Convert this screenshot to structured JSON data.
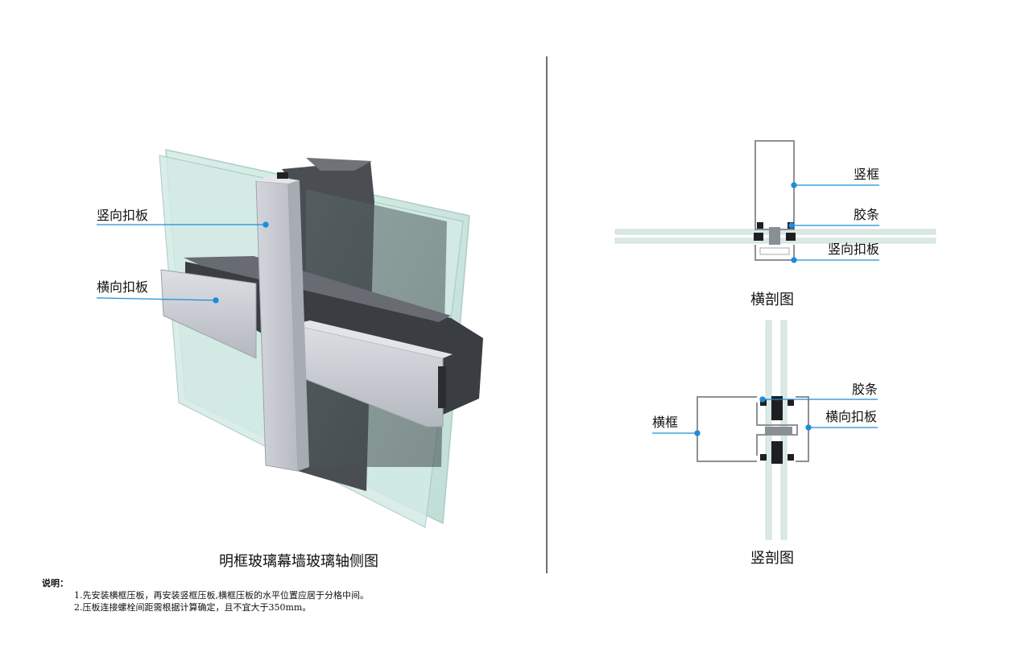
{
  "axonometric": {
    "title": "明框玻璃幕墙玻璃轴侧图",
    "label_vertical_cover": "竖向扣板",
    "label_horizontal_cover": "横向扣板"
  },
  "horizontal_section": {
    "title": "横剖图",
    "label_mullion": "竖框",
    "label_gasket": "胶条",
    "label_cover": "竖向扣板"
  },
  "vertical_section": {
    "title": "竖剖图",
    "label_gasket": "胶条",
    "label_cover": "横向扣板",
    "label_transom": "横框"
  },
  "notes": {
    "heading": "说明：",
    "items": [
      "1.先安装横框压板，再安装竖框压板,横框压板的水平位置应居于分格中间。",
      "2.压板连接螺栓间距需根据计算确定，且不宜大于350mm。"
    ]
  },
  "colors": {
    "leader": "#1a8ed8",
    "glass": "#cfe6e0",
    "aluminum": "#c9ccd2",
    "profile_dark": "#1e1f22",
    "divider": "#6e6e6e"
  }
}
